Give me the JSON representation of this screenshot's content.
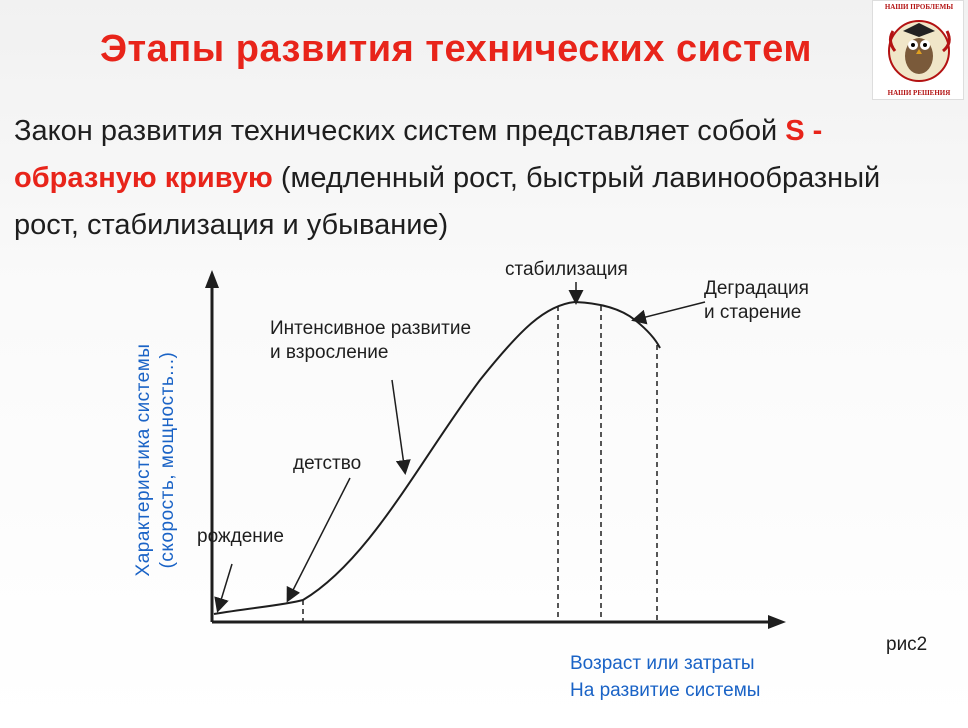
{
  "slide": {
    "title": "Этапы развития технических систем",
    "intro_part1": "Закон развития технических систем представляет собой ",
    "intro_highlight": "S - образную кривую",
    "intro_part2": " (медленный рост, быстрый лавинообразный рост, стабилизация и убывание)",
    "figure_label": "рис2"
  },
  "logo": {
    "top_text": "НАШИ ПРОБЛЕМЫ",
    "bottom_text": "НАШИ РЕШЕНИЯ",
    "icon": "owl-mascot-icon"
  },
  "diagram": {
    "y_axis_line1": "Характеристика системы",
    "y_axis_line2": "(скорость, мощность...)",
    "x_axis_line1": "Возраст или затраты",
    "x_axis_line2": "На развитие системы",
    "stages": {
      "birth": "рождение",
      "childhood": "детство",
      "growth": "Интенсивное развитие\nи взросление",
      "stabilization": "стабилизация",
      "degradation": "Деградация\nи старение"
    }
  },
  "colors": {
    "title": "#e8241a",
    "highlight": "#e8241a",
    "axis_label": "#1a63c6",
    "text": "#1e1e1e"
  }
}
